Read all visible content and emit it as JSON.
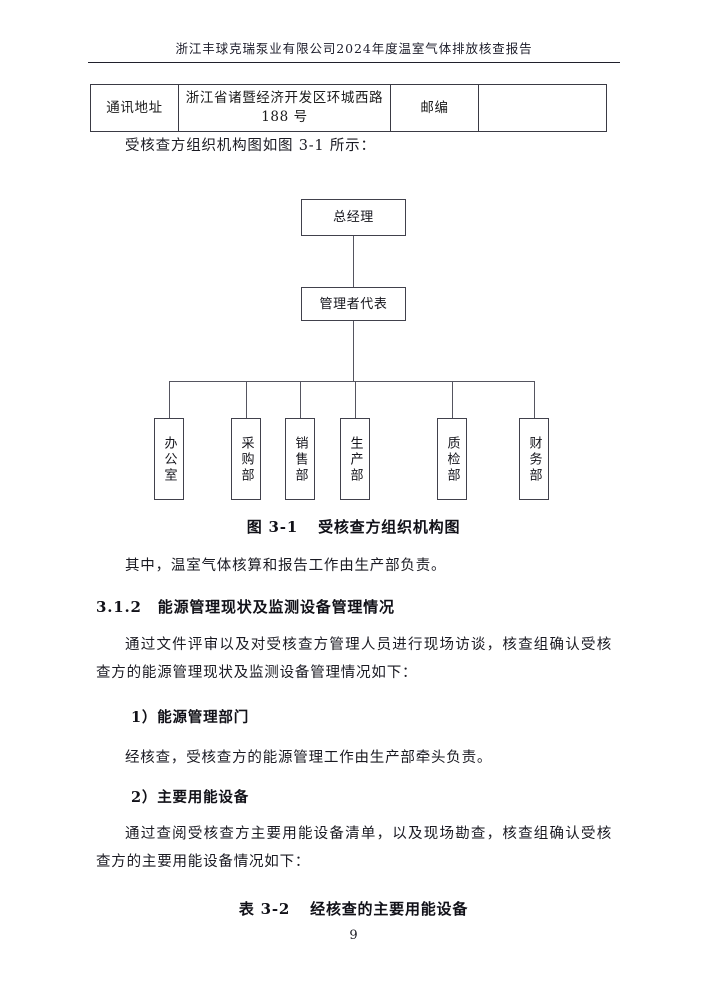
{
  "document": {
    "running_header": "浙江丰球克瑞泵业有限公司2024年度温室气体排放核查报告",
    "page_number": "9"
  },
  "info_table": {
    "rows": [
      {
        "label": "通讯地址",
        "address": "浙江省诸暨经济开发区环城西路188 号",
        "zip_label": "邮编",
        "zip_value": ""
      }
    ]
  },
  "intro_paragraph": "受核查方组织机构图如图 3-1 所示：",
  "org_chart": {
    "top": "总经理",
    "mid": "管理者代表",
    "departments": [
      "办公室",
      "采购部",
      "销售部",
      "生产部",
      "质检部",
      "财务部"
    ]
  },
  "figure_caption": {
    "number": "图 3-1",
    "title": "受核查方组织机构图"
  },
  "note_paragraph": "其中，温室气体核算和报告工作由生产部负责。",
  "section": {
    "number": "3.1.2",
    "title": "能源管理现状及监测设备管理情况",
    "intro": "通过文件评审以及对受核查方管理人员进行现场访谈，核查组确认受核查方的能源管理现状及监测设备管理情况如下：",
    "items": [
      {
        "heading": "1）能源管理部门",
        "body": "经核查，受核查方的能源管理工作由生产部牵头负责。"
      },
      {
        "heading": "2）主要用能设备",
        "body": "通过查阅受核查方主要用能设备清单，以及现场勘查，核查组确认受核查方的主要用能设备情况如下："
      }
    ]
  },
  "table_caption": {
    "number": "表 3-2",
    "title": "经核查的主要用能设备"
  }
}
